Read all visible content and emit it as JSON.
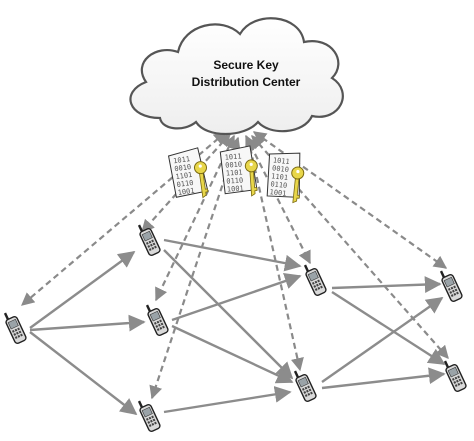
{
  "diagram": {
    "center": {
      "label_line1": "Secure Key",
      "label_line2": "Distribution Center",
      "fill": "#ffffff",
      "stroke": "#555555"
    },
    "key_documents": {
      "count": 3,
      "binary_text": [
        "1011",
        "0010",
        "1101",
        "0110",
        "1001"
      ],
      "key_color": "#e8d64a"
    },
    "nodes": [
      {
        "id": "phone-1",
        "type": "mobile-phone"
      },
      {
        "id": "phone-2",
        "type": "mobile-phone"
      },
      {
        "id": "phone-3",
        "type": "mobile-phone"
      },
      {
        "id": "phone-4",
        "type": "mobile-phone"
      },
      {
        "id": "phone-5",
        "type": "mobile-phone"
      },
      {
        "id": "phone-6",
        "type": "mobile-phone"
      },
      {
        "id": "phone-7",
        "type": "mobile-phone"
      },
      {
        "id": "phone-8",
        "type": "mobile-phone"
      }
    ],
    "key_distribution_links": [
      {
        "from": "center",
        "to": "phone-1"
      },
      {
        "from": "center",
        "to": "phone-2"
      },
      {
        "from": "center",
        "to": "phone-3"
      },
      {
        "from": "center",
        "to": "phone-4"
      },
      {
        "from": "center",
        "to": "phone-5"
      },
      {
        "from": "center",
        "to": "phone-6"
      },
      {
        "from": "center",
        "to": "phone-7"
      },
      {
        "from": "center",
        "to": "phone-8"
      }
    ],
    "communication_links": [
      {
        "from": "phone-1",
        "to": "phone-2"
      },
      {
        "from": "phone-1",
        "to": "phone-3"
      },
      {
        "from": "phone-1",
        "to": "phone-4"
      },
      {
        "from": "phone-2",
        "to": "phone-5"
      },
      {
        "from": "phone-2",
        "to": "phone-6"
      },
      {
        "from": "phone-3",
        "to": "phone-5"
      },
      {
        "from": "phone-3",
        "to": "phone-6"
      },
      {
        "from": "phone-4",
        "to": "phone-6"
      },
      {
        "from": "phone-5",
        "to": "phone-7"
      },
      {
        "from": "phone-5",
        "to": "phone-8"
      },
      {
        "from": "phone-6",
        "to": "phone-7"
      },
      {
        "from": "phone-6",
        "to": "phone-8"
      }
    ],
    "colors": {
      "dashed_link": "#8a8a8a",
      "solid_link": "#8c8c8c",
      "phone_body": "#d9d9d9",
      "phone_outline": "#222222"
    }
  }
}
